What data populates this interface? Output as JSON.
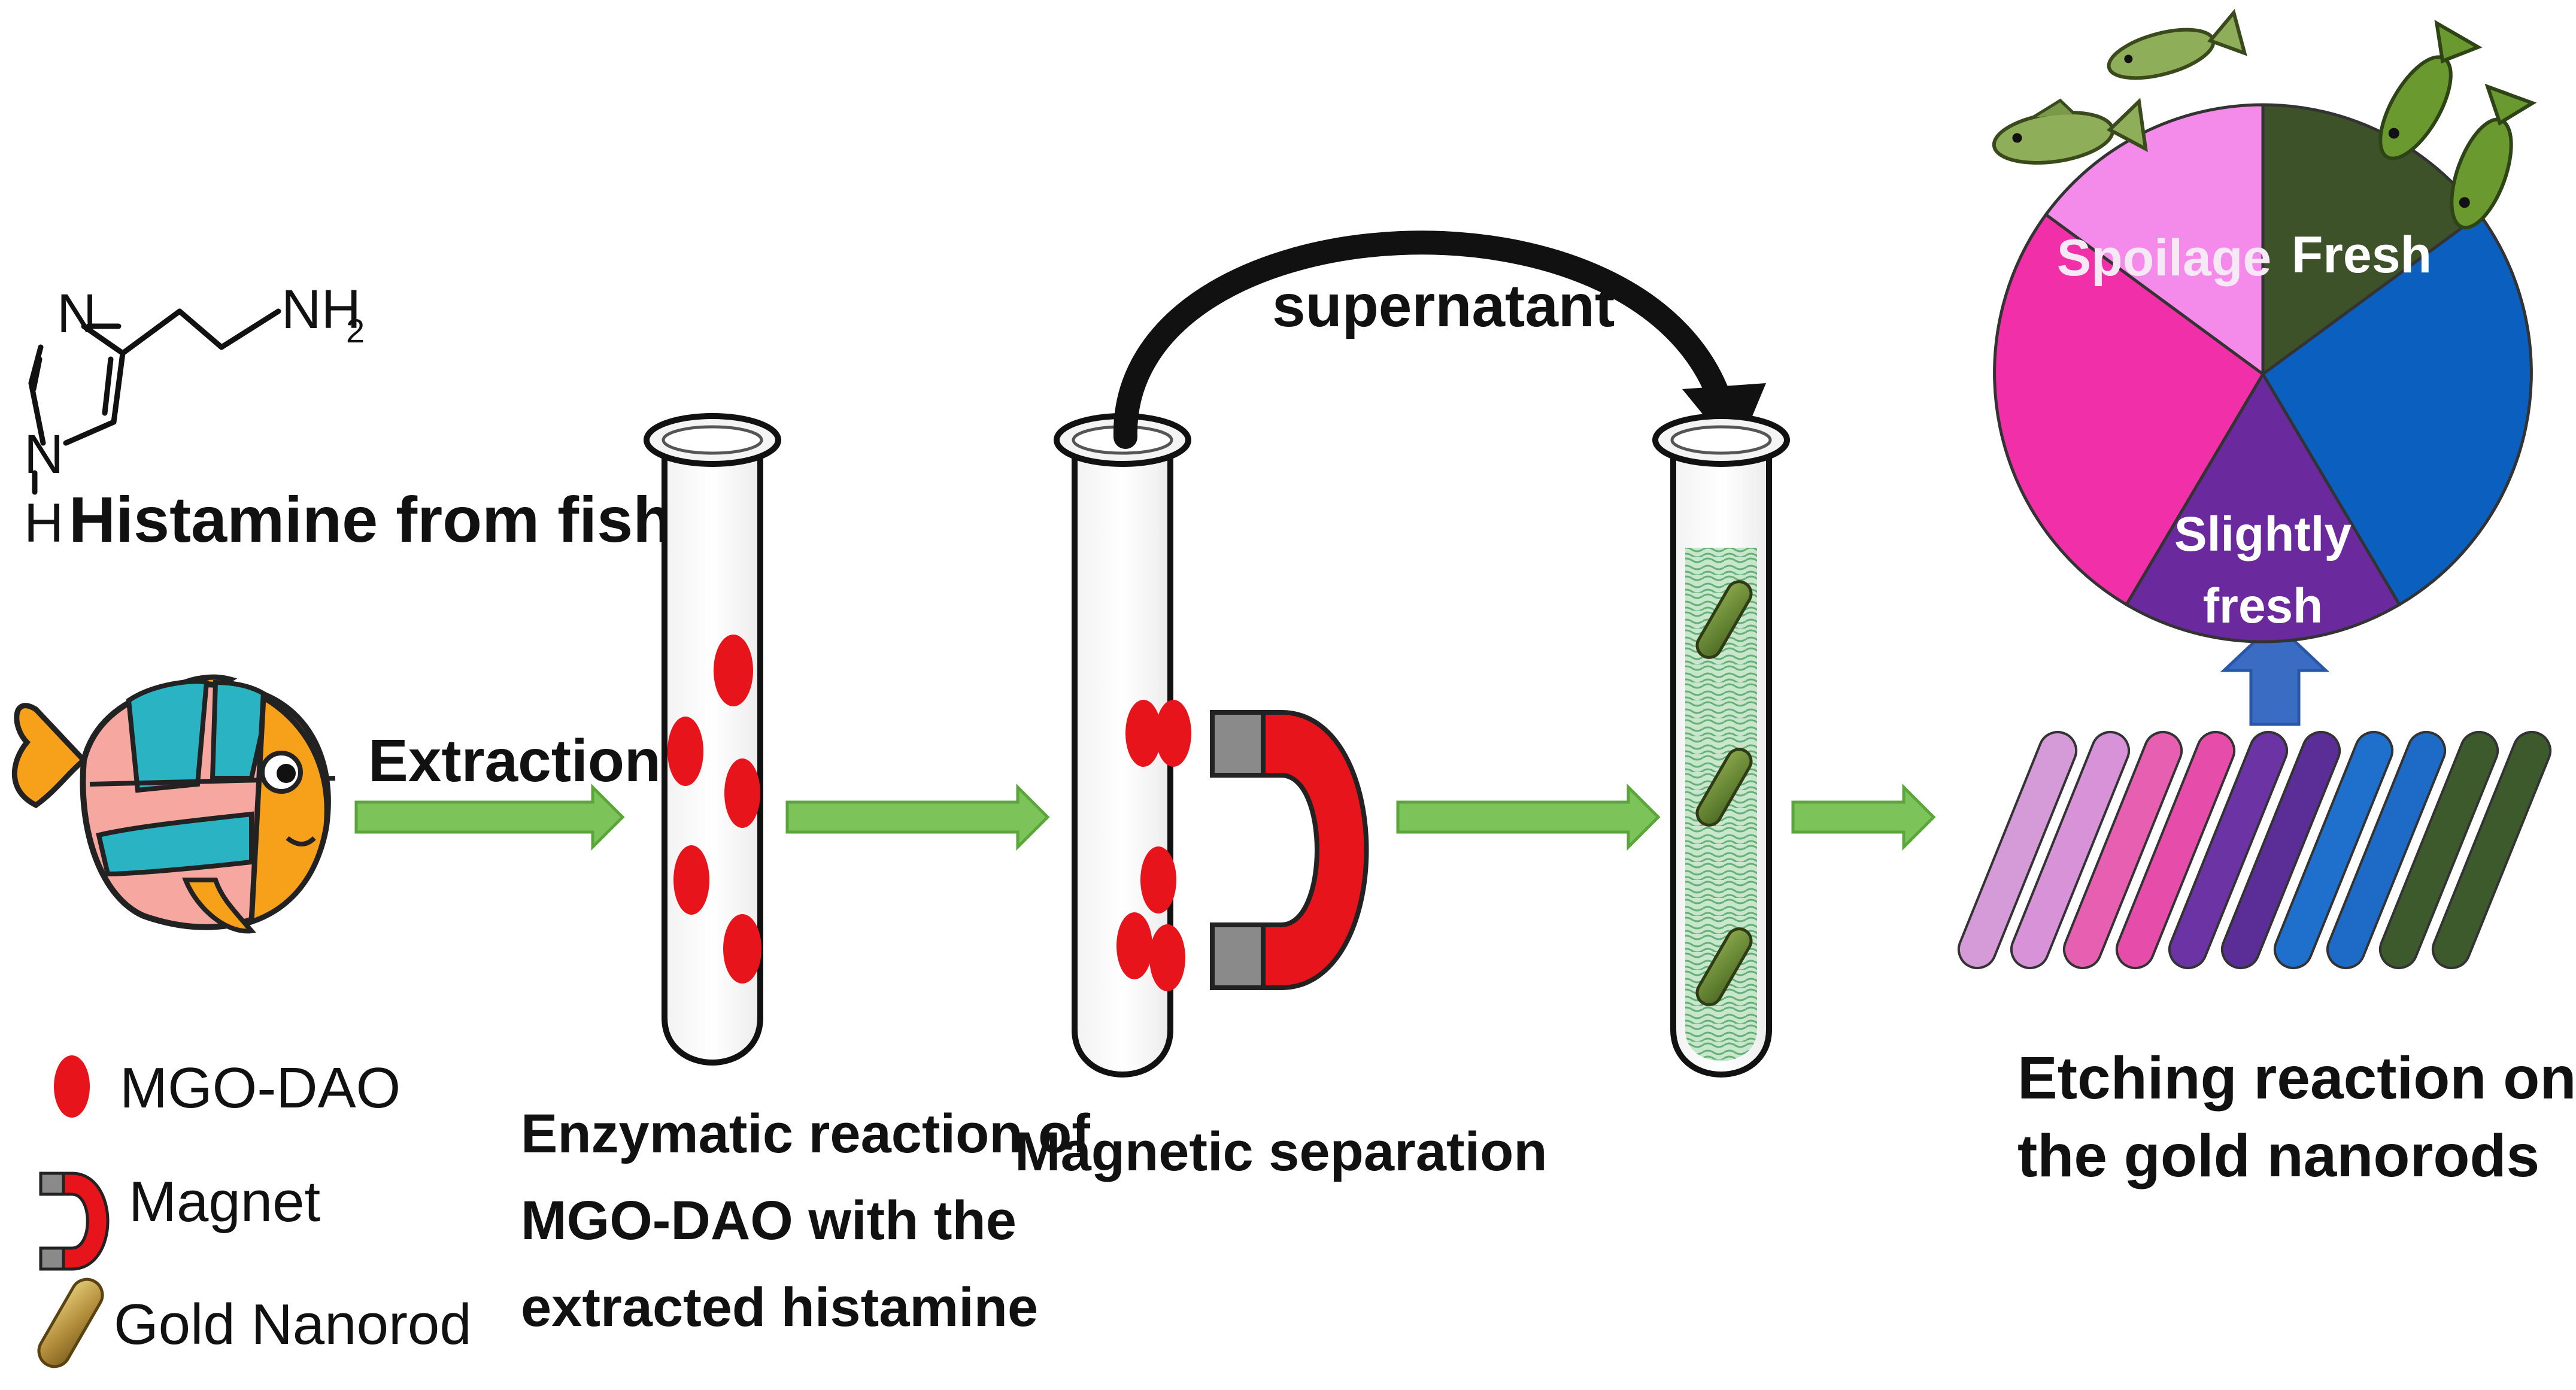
{
  "molecule": {
    "atom_n_top": "N",
    "atom_n_bottom": "N",
    "atom_h": "H",
    "amine": "NH",
    "amine_sub": "2",
    "caption": "Histamine from fish"
  },
  "steps": {
    "extraction": "Extraction",
    "supernatant": "supernatant",
    "enzymatic": [
      "Enzymatic reaction of",
      "MGO-DAO with the",
      "extracted histamine"
    ],
    "magnetic": "Magnetic separation",
    "etching": [
      "Etching reaction on",
      "the gold nanorods"
    ]
  },
  "legend": {
    "mgo_dao": "MGO-DAO",
    "magnet": "Magnet",
    "gold_nanorod": "Gold Nanorod"
  },
  "pie": {
    "segments": [
      {
        "label": "Spoilage",
        "color": "#f48ae9"
      },
      {
        "label": "Fresh",
        "color": "#3d5229"
      },
      {
        "label": "",
        "color": "#0b5fbf"
      },
      {
        "label": "Slightly fresh",
        "color": "#6a2a9e"
      },
      {
        "label": "",
        "color": "#f02fa9"
      }
    ],
    "label_spoilage": "Spoilage",
    "label_fresh": "Fresh",
    "label_slightly_1": "Slightly",
    "label_slightly_2": "fresh"
  },
  "colors": {
    "arrow_green": "#7cc35a",
    "arrow_border": "#5aa63a",
    "dot_red": "#e8141b",
    "magnet_red": "#e8141b",
    "magnet_gray": "#8a8a8a",
    "blue_arrow": "#3a6cc4"
  },
  "rods": [
    {
      "color": "#d59ad8"
    },
    {
      "color": "#d892d8"
    },
    {
      "color": "#e65fb0"
    },
    {
      "color": "#e64ca9"
    },
    {
      "color": "#6b33a3"
    },
    {
      "color": "#5a2e96"
    },
    {
      "color": "#1f6fcc"
    },
    {
      "color": "#1d6ac7"
    },
    {
      "color": "#3c5a2b"
    },
    {
      "color": "#3c5a2b"
    }
  ],
  "icons": [
    "histamine-structure",
    "fish-icon",
    "test-tube-icon",
    "magnet-icon",
    "gold-nanorod-icon",
    "small-fish-icon"
  ]
}
